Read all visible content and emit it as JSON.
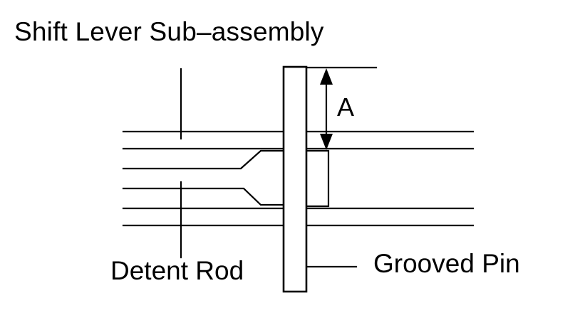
{
  "labels": {
    "shift_lever": "Shift Lever Sub–assembly",
    "dimension": "A",
    "detent_rod": "Detent Rod",
    "grooved_pin": "Grooved Pin"
  },
  "colors": {
    "line": "#000000",
    "background": "#ffffff"
  }
}
